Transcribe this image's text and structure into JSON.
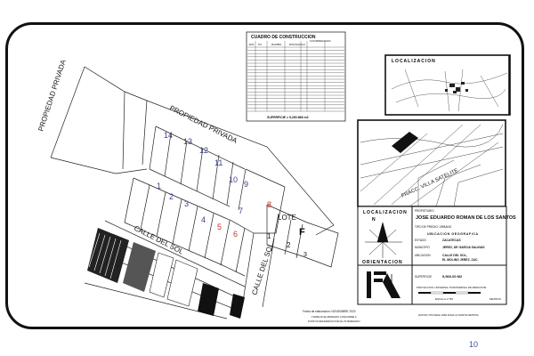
{
  "labels": {
    "propiedad_privada_left": "PROPIEDAD PRIVADA",
    "propiedad_privada_top": "PROPIEDAD PRIVADA",
    "calle_del_sol_left": "CALLE DEL SOL",
    "calle_del_sol_right": "CALLE DEL SOL",
    "lote": "LOTE",
    "fracc": "FRACC. VILLA SATELITE",
    "bottom_note_1": "Fecha de elaboración: NOVIEMBRE 2020",
    "bottom_note_2": "TRABAJO ELABORADO CONFORME A",
    "bottom_note_3": "PUNTOS REFERIDOS POR EL INTERESADO"
  },
  "lot_numbers": [
    "14",
    "13",
    "12",
    "11",
    "10",
    "9",
    "8",
    "1",
    "2",
    "3",
    "4",
    "5",
    "6",
    "7"
  ],
  "lot_letters": [
    "1",
    "2",
    "3",
    "F"
  ],
  "table": {
    "title": "CUADRO DE CONSTRUCCION",
    "headers": [
      "EST",
      "PV",
      "RUMBO",
      "DISTANCIA",
      "V",
      "COORDENADAS"
    ],
    "superficie": "SUPERFICIE = 5,260.866 m2"
  },
  "localizacion_top": {
    "title": "LOCALIZACION"
  },
  "localizacion_mid": {
    "title": "LOCALIZACION"
  },
  "orientacion": {
    "title": "ORIENTACION",
    "north": "N"
  },
  "info": {
    "propietario_label": "PROPIETARIO",
    "propietario": "JOSE EDUARDO ROMAN DE LOS SANTOS",
    "tipo_label": "TIPO DE PREDIO: URBANO",
    "ubicacion_title": "UBICACION GEOGRAFICA",
    "estado_label": "ESTADO",
    "estado": "ZACATECAS",
    "municipio_label": "MUNICIPIO",
    "municipio": "JEREZ, DE GARCIA SALINAS",
    "ubicacion_label": "UBICACION",
    "ubicacion": "CALLE DEL SOL,",
    "ubicacion2": "EL MOLINO JEREZ, ZAC.",
    "superficie_label": "SUPERFICIE",
    "superficie": "5,560.00 M2",
    "proyeccion": "PROYECCION: UNIVERSAL TRANSVERSAL DE MERCATOR",
    "escala": "ESCALA 1:750",
    "metros": "METROS",
    "datum": "DATUM UTM INEGI 1984 ZONA 13 NORTE METROS"
  },
  "page_number": "10",
  "colors": {
    "lot_numbers": "#3a3f8f",
    "lot_red": "#c0392b",
    "page_number": "#3a4f9a"
  }
}
